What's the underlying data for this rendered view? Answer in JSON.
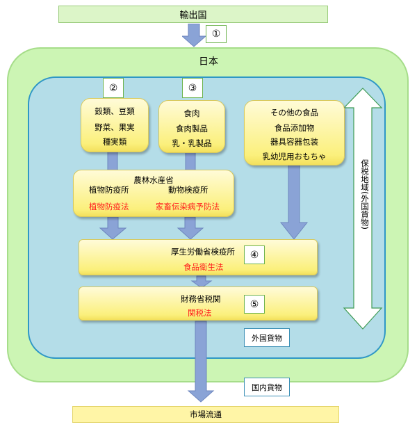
{
  "export_country": "輸出国",
  "markers": [
    "①",
    "②",
    "③",
    "④",
    "⑤"
  ],
  "japan": "日本",
  "bonded_area": "保税地域(外国貨物)",
  "box_crops": {
    "lines": [
      "穀類、豆類",
      "野菜、果実",
      "種実類"
    ]
  },
  "box_meat": {
    "lines": [
      "食肉",
      "食肉製品",
      "乳・乳製品"
    ]
  },
  "box_other": {
    "lines": [
      "その他の食品",
      "食品添加物",
      "器具容器包装",
      "乳幼児用おもちゃ"
    ]
  },
  "maff": {
    "title": "農林水産省",
    "plant_office": "植物防疫所",
    "plant_law": "植物防疫法",
    "animal_office": "動物検疫所",
    "animal_law": "家畜伝染病予防法"
  },
  "mhlw": {
    "office": "厚生労働省検疫所",
    "law": "食品衛生法"
  },
  "mof": {
    "office": "財務省税関",
    "law": "関税法"
  },
  "foreign_goods": "外国貨物",
  "domestic_goods": "国内貨物",
  "market": "市場流通",
  "colors": {
    "arrow": "#8aa3d6",
    "law_text": "#ff1c1c",
    "japan_fill": "#ccf5b4",
    "bonded_fill": "#b4dde8"
  }
}
